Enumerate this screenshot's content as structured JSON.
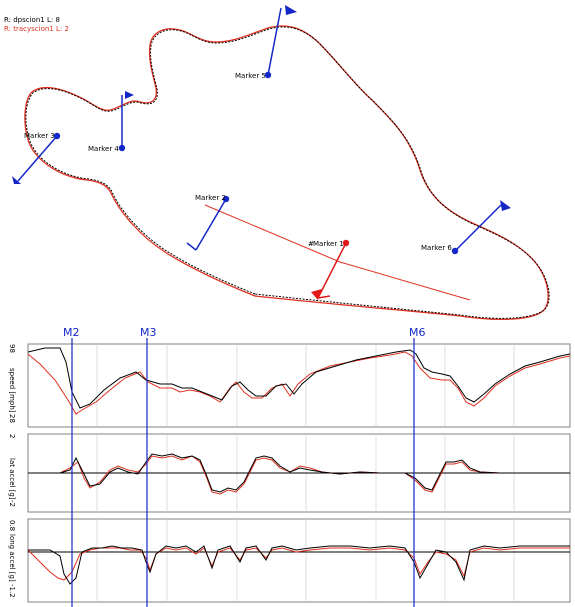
{
  "legend": {
    "session_1": "R: dpscion1  L: 8",
    "session_2": "R: tracyscion1  L: 2"
  },
  "colors": {
    "session_1": "#000000",
    "session_2": "#e03020",
    "marker": "#1428c8",
    "active_marker": "#e01818",
    "grid": "#c8c8c8"
  },
  "markers": [
    {
      "label": "Marker 1",
      "prefix": "#",
      "active": true
    },
    {
      "label": "Marker 2"
    },
    {
      "label": "Marker 3"
    },
    {
      "label": "Marker 4"
    },
    {
      "label": "Marker 5"
    },
    {
      "label": "Marker 6"
    }
  ],
  "cursors": [
    "M2",
    "M3",
    "M6"
  ],
  "plots": {
    "speed": {
      "label": "speed [mph]",
      "max": "98",
      "min": "28"
    },
    "lat": {
      "label": "lat accel [g]",
      "max": "2",
      "min": "-2"
    },
    "long": {
      "label": "long accel [g]",
      "max": "0.8",
      "min": "-1.2"
    }
  }
}
